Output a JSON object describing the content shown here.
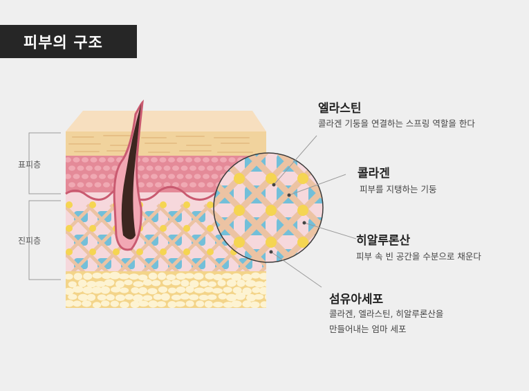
{
  "title": "피부의 구조",
  "layers": {
    "epidermis": "표피층",
    "dermis": "진피층"
  },
  "annotations": {
    "elastin": {
      "title": "엘라스틴",
      "desc": "콜라겐 기둥을 연결하는 스프링 역할을 한다"
    },
    "collagen": {
      "title": "콜라겐",
      "desc": "피부를 지탱하는 기둥"
    },
    "hyaluronic": {
      "title": "히알루론산",
      "desc": "피부 속 빈 공간을 수분으로 채운다"
    },
    "fibroblast": {
      "title": "섬유아세포",
      "desc_line1": "콜라겐, 엘라스틴, 히알루론산을",
      "desc_line2": "만들어내는 엄마 세포"
    }
  },
  "colors": {
    "background": "#efefef",
    "title_bg": "#262626",
    "epidermis_top": "#f7dfbf",
    "epidermis_mid": "#f1d39d",
    "epidermis_red": "#e07f8f",
    "dermis_bg": "#f6d8dc",
    "collagen_fiber": "#ecc3a3",
    "cell_blue": "#73bfd9",
    "elastin_yellow": "#f5d552",
    "fat": "#fbeec3",
    "hair": "#3d2620"
  }
}
